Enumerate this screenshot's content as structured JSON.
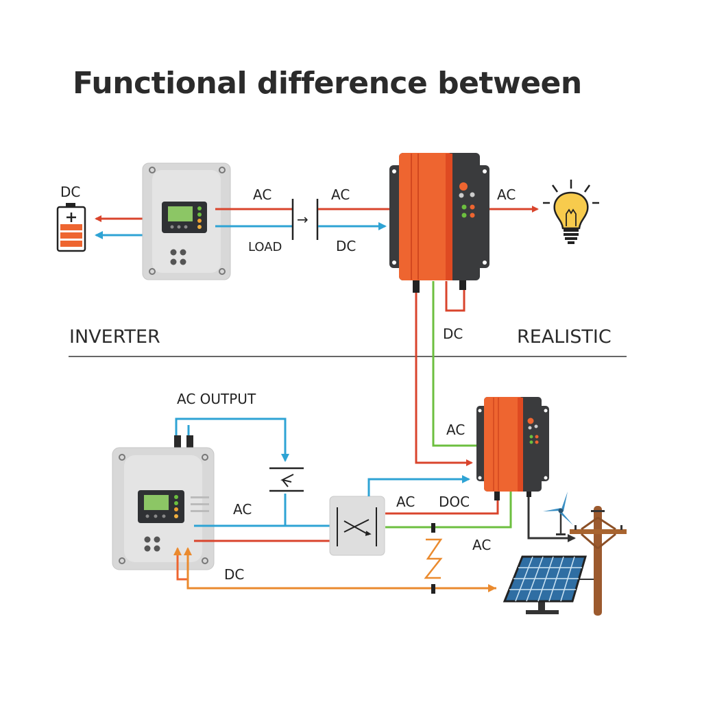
{
  "title": "Functional difference between",
  "sections": {
    "left": "INVERTER",
    "right": "REALISTIC"
  },
  "colors": {
    "ac_line": "#d9442c",
    "dc_line": "#2ea3d4",
    "green_line": "#6cbf3f",
    "orange_line": "#ea8a2e",
    "device_orange": "#ee6530",
    "device_dark": "#3a3b3d",
    "controller_gray": "#dcdcdc",
    "screen_green": "#8cc665"
  },
  "top_diagram": {
    "battery_label": "DC",
    "battery_icon": "battery-icon",
    "controller_icon": "charge-controller-icon",
    "ac_label_left": "AC",
    "ac_label_right": "AC",
    "load_label": "LOAD",
    "dc_label": "DC",
    "switch_arrow": "→",
    "inverter_icon": "inverter-icon",
    "ac_output_label": "AC",
    "bulb_icon": "light-bulb-icon",
    "dc_down_label": "DC"
  },
  "bottom_diagram": {
    "ac_output_label": "AC OUTPUT",
    "capacitor_symbol": "capacitor-icon",
    "ac_label": "AC",
    "dc_label": "DC",
    "switch_box_icon": "transfer-switch-icon",
    "ac_label_mid": "AC",
    "doc_label": "DOC",
    "ac_label_low": "AC",
    "ac_label_inverter": "AC",
    "resistor_icon": "resistor-icon",
    "wind_turbine_icon": "wind-turbine-icon",
    "utility_pole_icon": "utility-pole-icon",
    "solar_panel_icon": "solar-panel-icon"
  }
}
